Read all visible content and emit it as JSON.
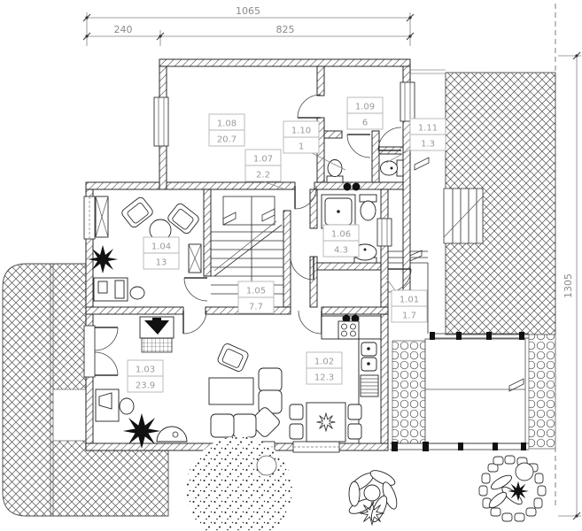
{
  "drawing": {
    "kind": "architectural-floor-plan",
    "dimensions": {
      "top_total": "1065",
      "top_segment_left": "240",
      "top_segment_right": "825",
      "right_total": "1305"
    },
    "rooms": [
      {
        "id": "1.01",
        "area": "1.7"
      },
      {
        "id": "1.02",
        "area": "12.3"
      },
      {
        "id": "1.03",
        "area": "23.9"
      },
      {
        "id": "1.04",
        "area": "13"
      },
      {
        "id": "1.05",
        "area": "7.7"
      },
      {
        "id": "1.06",
        "area": "4.3"
      },
      {
        "id": "1.07",
        "area": "2.2"
      },
      {
        "id": "1.08",
        "area": "20.7"
      },
      {
        "id": "1.09",
        "area": "6"
      },
      {
        "id": "1.10",
        "area": "1"
      },
      {
        "id": "1.11",
        "area": "1.3"
      }
    ],
    "colors": {
      "wall_line": "#141414",
      "hatch_line": "#444444",
      "label_text": "#9a9a9a",
      "label_border": "#b4b4b4",
      "dimension_text": "#8a8a8a",
      "background": "#ffffff"
    }
  }
}
